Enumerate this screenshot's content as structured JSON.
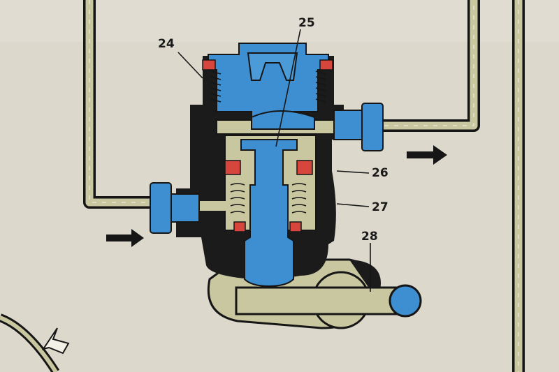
{
  "labels": {
    "part_24": "24",
    "part_25": "25",
    "part_26": "26",
    "part_27": "27",
    "part_28": "28"
  },
  "colors": {
    "paper": "#dcd8cc",
    "metal_blue": "#3d8fd1",
    "body_black": "#1b1b1b",
    "fluid_khaki": "#c9c7a0",
    "seal_red": "#d7463d",
    "outline": "#161616"
  }
}
